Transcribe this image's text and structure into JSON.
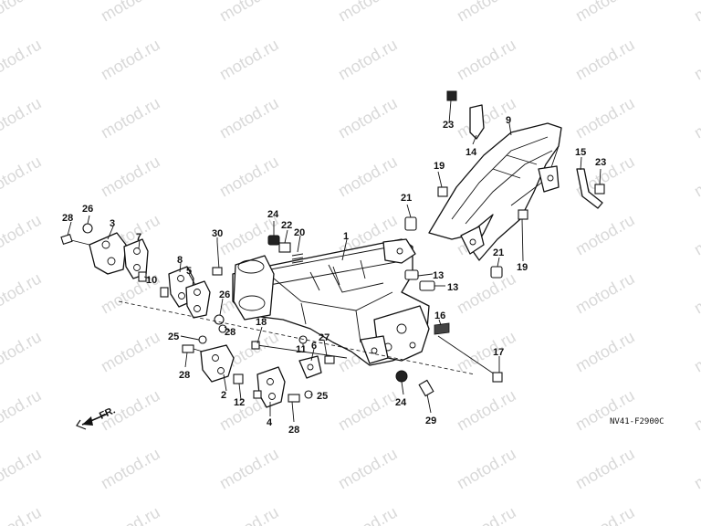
{
  "watermark": "motod.ru",
  "diagram_code": "NV41-F2900C",
  "direction_arrow": "FR.",
  "callouts": [
    "1",
    "2",
    "3",
    "4",
    "5",
    "6",
    "7",
    "8",
    "9",
    "10",
    "11",
    "12",
    "13",
    "14",
    "15",
    "16",
    "17",
    "18",
    "19",
    "20",
    "21",
    "22",
    "23",
    "24",
    "25",
    "26",
    "27",
    "28",
    "29",
    "30"
  ]
}
